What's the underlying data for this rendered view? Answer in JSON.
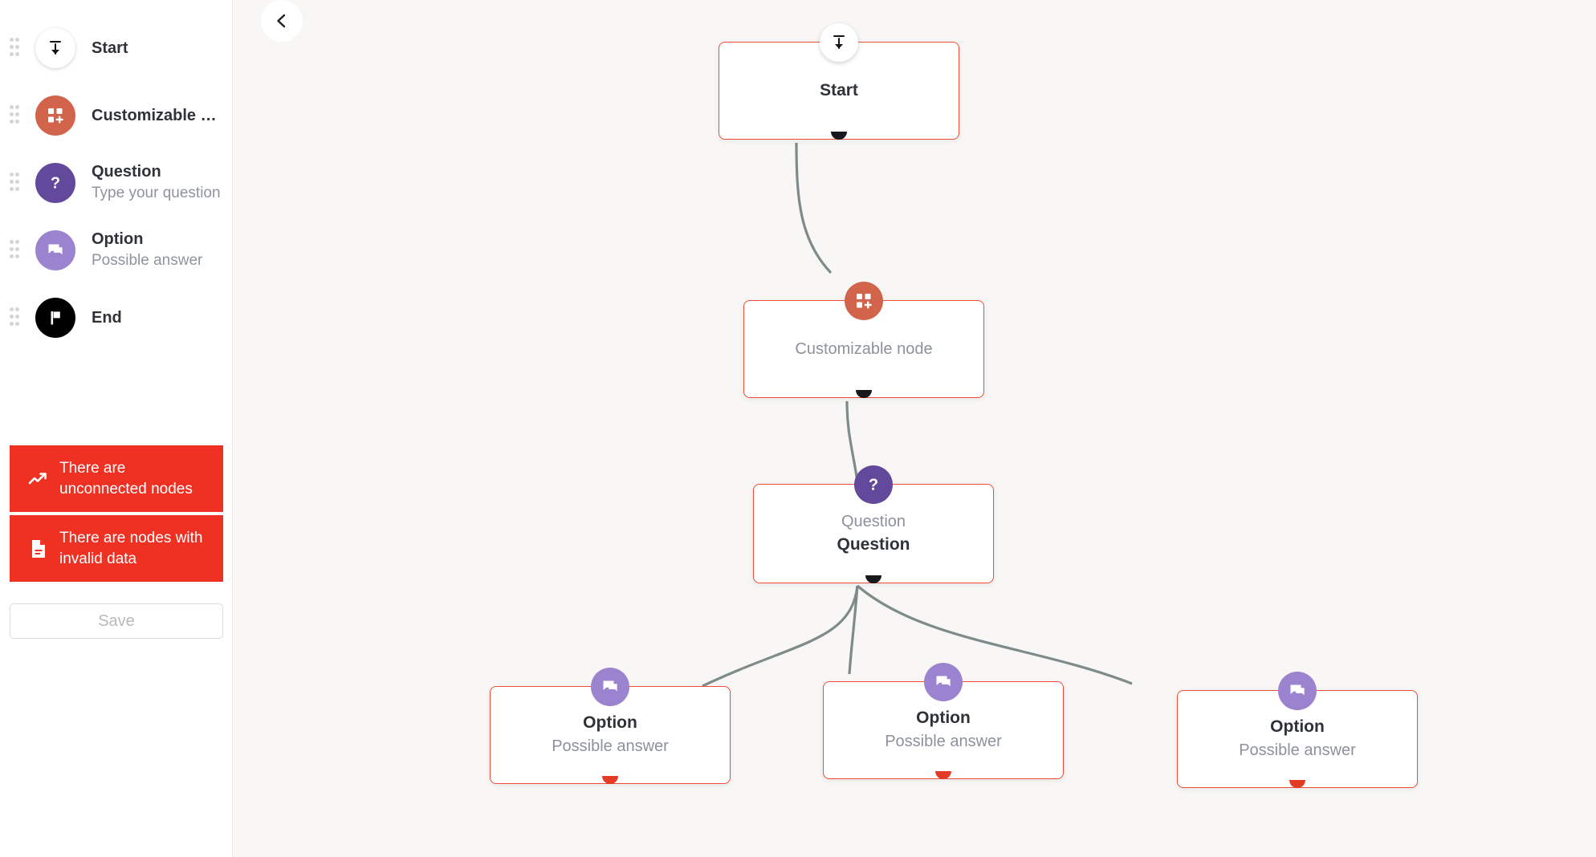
{
  "sidebar": {
    "palette": [
      {
        "id": "start",
        "icon": "download-arrow-icon",
        "title": "Start",
        "subtitle": "",
        "color": "#ffffff"
      },
      {
        "id": "custom",
        "icon": "grid-plus-icon",
        "title": "Customizable …",
        "subtitle": "",
        "color": "#d2644c"
      },
      {
        "id": "question",
        "icon": "question-mark-icon",
        "title": "Question",
        "subtitle": "Type your question",
        "color": "#63499b"
      },
      {
        "id": "option",
        "icon": "chat-bubbles-icon",
        "title": "Option",
        "subtitle": "Possible answer",
        "color": "#9b83cf"
      },
      {
        "id": "end",
        "icon": "flag-icon",
        "title": "End",
        "subtitle": "",
        "color": "#000000"
      }
    ],
    "alerts": [
      {
        "id": "unconnected",
        "icon": "trending-up-icon",
        "text": "There are unconnected nodes"
      },
      {
        "id": "invalid",
        "icon": "document-icon",
        "text": "There are nodes with invalid data"
      }
    ],
    "save_label": "Save",
    "save_disabled": true
  },
  "canvas": {
    "back_button": "back-chevron",
    "nodes": [
      {
        "id": "start",
        "badge": "download-arrow-icon",
        "title": "Start",
        "subtitle": "",
        "handle": "dark"
      },
      {
        "id": "custom",
        "badge": "grid-plus-icon",
        "title": "Customizable node",
        "subtitle": "",
        "handle": "dark"
      },
      {
        "id": "question",
        "badge": "question-mark-icon",
        "title": "Question",
        "subtitle": "Question",
        "handle": "dark"
      },
      {
        "id": "option1",
        "badge": "chat-bubbles-icon",
        "title": "Option",
        "subtitle": "Possible answer",
        "handle": "red"
      },
      {
        "id": "option2",
        "badge": "chat-bubbles-icon",
        "title": "Option",
        "subtitle": "Possible answer",
        "handle": "red"
      },
      {
        "id": "option3",
        "badge": "chat-bubbles-icon",
        "title": "Option",
        "subtitle": "Possible answer",
        "handle": "red"
      }
    ]
  },
  "colors": {
    "alert_red": "#ef3124",
    "node_border_red": "#ee4c38",
    "customizable": "#d2644c",
    "question_purple": "#63499b",
    "option_purple": "#9b83cf",
    "edge_gray": "#7e8b8b",
    "canvas_bg": "#f8f7f5"
  }
}
